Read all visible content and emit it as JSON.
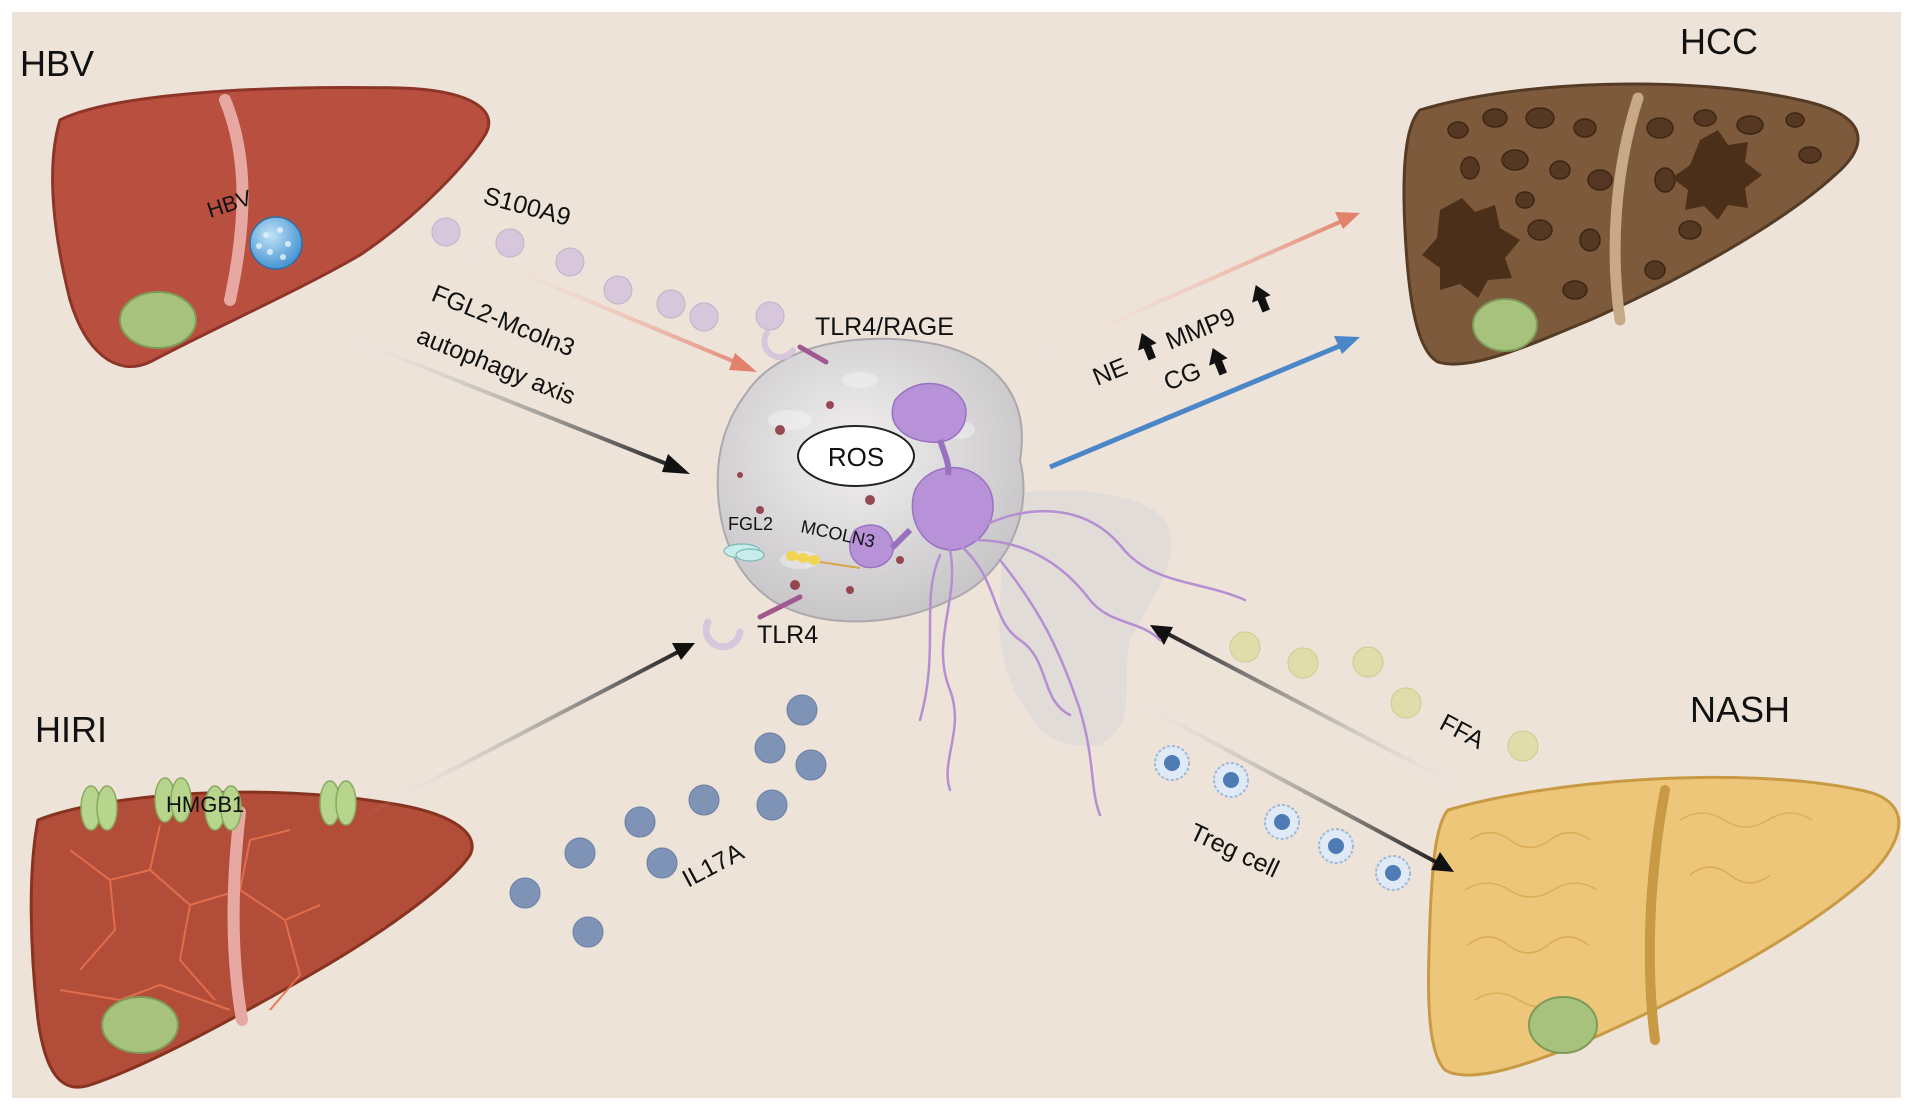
{
  "corner_labels": {
    "hbv": "HBV",
    "hcc": "HCC",
    "hiri": "HIRI",
    "nash": "NASH"
  },
  "mediators": {
    "hbv_virus": "HBV",
    "s100a9": "S100A9",
    "fgl2_axis_line1": "FGL2-Mcoln3",
    "fgl2_axis_line2": "autophagy axis",
    "tlr4_rage": "TLR4/RAGE",
    "tlr4": "TLR4",
    "ros": "ROS",
    "fgl2": "FGL2",
    "mcoln3": "MCOLN3",
    "ne": "NE",
    "mmp9": "MMP9",
    "cg": "CG",
    "hmgb1": "HMGB1",
    "il17a": "IL17A",
    "ffa": "FFA",
    "treg_cell": "Treg cell"
  },
  "colors": {
    "background": "#ede3d8",
    "page": "#ffffff",
    "hbv_liver": "#b9503f",
    "hcc_liver": "#7e5a3c",
    "hiri_liver": "#b24d3a",
    "nash_liver": "#eec679",
    "gallbladder": "#a7c27c",
    "s100a9_dot": "#d8c7dc",
    "il17a_dot": "#7f93b6",
    "ffa_dot": "#e0ddaa",
    "treg_cell": "#4f7bb4",
    "orange_arrow": "#e3826c",
    "blue_arrow": "#4a86c8",
    "black_arrow": "#111111",
    "neutrophil": "#d6d4d6",
    "receptor": "#a0588f",
    "granule": "#8a2f3a",
    "nucleus": "#b892d8"
  }
}
